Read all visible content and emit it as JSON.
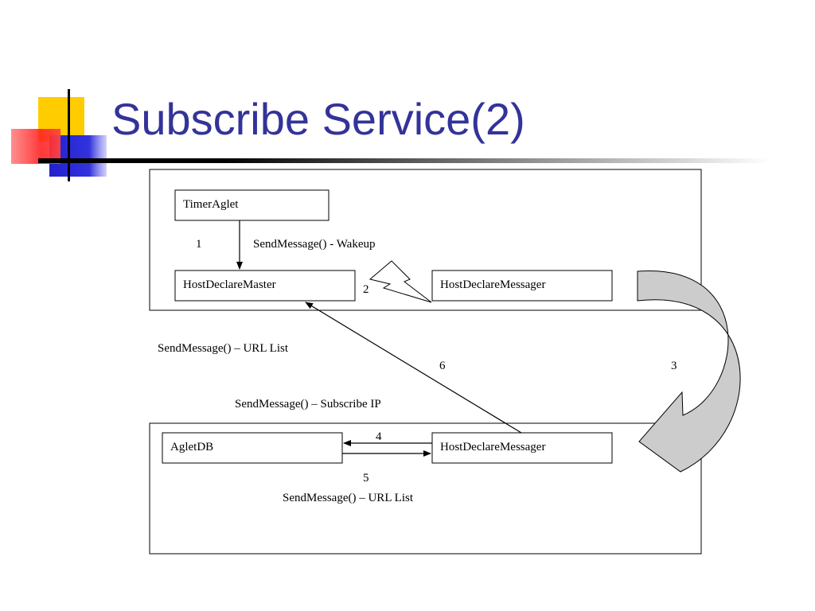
{
  "slide": {
    "title": "Subscribe Service(2)"
  },
  "diagram": {
    "nodes": {
      "timer_aglet": "TimerAglet",
      "host_declare_master": "HostDeclareMaster",
      "host_declare_messager_top": "HostDeclareMessager",
      "aglet_db": "AgletDB",
      "host_declare_messager_bottom": "HostDeclareMessager"
    },
    "labels": {
      "step1": "1",
      "wakeup": "SendMessage() - Wakeup",
      "step2": "2",
      "url_list_top": "SendMessage() – URL List",
      "step6": "6",
      "step3": "3",
      "subscribe_ip": "SendMessage() – Subscribe IP",
      "step4": "4",
      "step5": "5",
      "url_list_bottom": "SendMessage() – URL List"
    }
  }
}
